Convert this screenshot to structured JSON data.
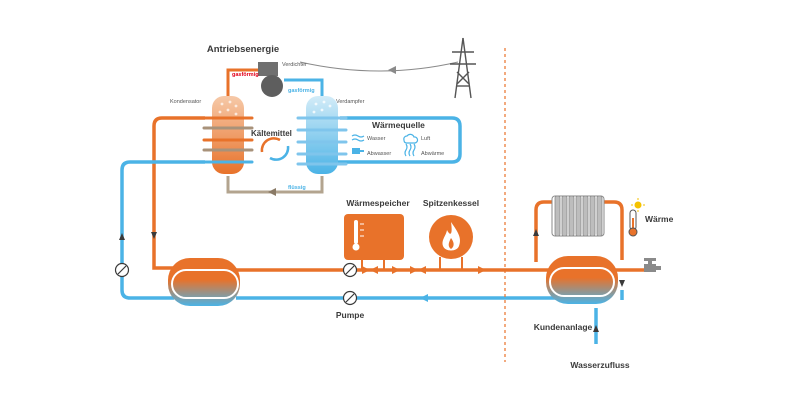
{
  "labels": {
    "antriebsenergie": "Antriebsenergie",
    "verdichter": "Verdichter",
    "kondensator": "Kondensator",
    "verdampfer": "Verdampfer",
    "gasfoermig_left": "gasförmig",
    "gasfoermig_right": "gasförmig",
    "kaeltemittel": "Kältemittel",
    "fluessig": "flüssig",
    "waermequelle": "Wärmequelle",
    "wasser": "Wasser",
    "luft": "Luft",
    "abwasser": "Abwasser",
    "abwaerme": "Abwärme",
    "waermespeicher": "Wärmespeicher",
    "spitzenkessel": "Spitzenkessel",
    "pumpe": "Pumpe",
    "kundenanlage": "Kundenanlage",
    "waermezufluss": "Wasserzufluss",
    "waerme": "Wärme"
  },
  "colors": {
    "hot": "#E8722A",
    "cold": "#4BB3E6",
    "gray": "#8a8a8a",
    "dark": "#3a3a3a",
    "red": "#e2001a"
  },
  "icons": [
    "power-pylon-icon",
    "compressor-icon",
    "thermometer-icon",
    "flame-icon",
    "pump-icon",
    "radiator-icon",
    "tap-icon",
    "sun-icon",
    "water-icon",
    "cloud-icon",
    "sewage-icon",
    "waste-heat-icon"
  ]
}
